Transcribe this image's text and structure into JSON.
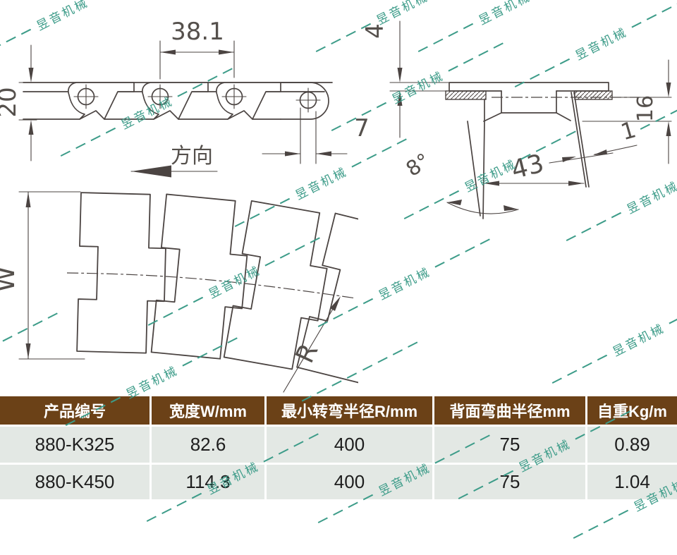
{
  "watermark": {
    "text": "昱音机械",
    "color": "#3D9C89"
  },
  "side_view": {
    "pitch": "38.1",
    "height": "20",
    "pin_dia": "7",
    "direction_label": "方向"
  },
  "section_view": {
    "plate_thickness": "4",
    "edge_height": "16",
    "flange_thickness": "1",
    "hinge_width": "43",
    "angle": "8°"
  },
  "plan_view": {
    "width_label": "W",
    "radius_label": "R"
  },
  "table": {
    "headers": [
      "产品编号",
      "宽度W/mm",
      "最小转弯半径R/mm",
      "背面弯曲半径mm",
      "自重Kg/m"
    ],
    "rows": [
      [
        "880-K325",
        "82.6",
        "400",
        "75",
        "0.89"
      ],
      [
        "880-K450",
        "114.3",
        "400",
        "75",
        "1.04"
      ]
    ]
  },
  "colors": {
    "line": "#4B4442",
    "watermark": "#3D9C89",
    "table_header_bg": "#6B4117",
    "table_header_text": "#FFFFFF",
    "table_row_bg": "#E3E8E4",
    "table_row_text": "#1E1E1E"
  }
}
